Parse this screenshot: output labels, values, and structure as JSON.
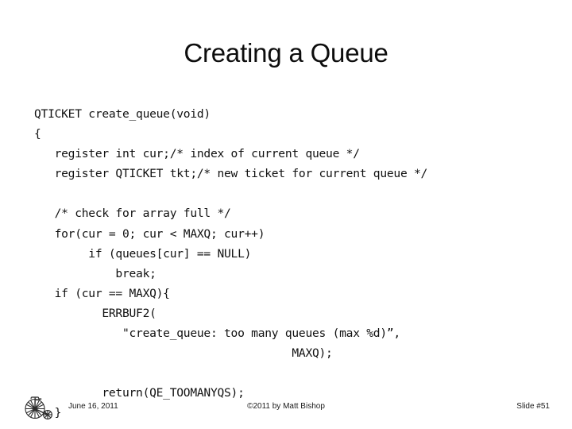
{
  "slide": {
    "title": "Creating a Queue",
    "background_color": "#ffffff",
    "text_color": "#111111",
    "code": {
      "language": "c",
      "lines": [
        "QTICKET create_queue(void)",
        "{",
        "   register int cur;/* index of current queue */",
        "   register QTICKET tkt;/* new ticket for current queue */",
        "",
        "   /* check for array full */",
        "   for(cur = 0; cur < MAXQ; cur++)",
        "        if (queues[cur] == NULL)",
        "            break;",
        "   if (cur == MAXQ){",
        "          ERRBUF2(",
        "             \"create_queue: too many queues (max %d)”,",
        "                                      MAXQ);",
        "",
        "          return(QE_TOOMANYQS);",
        "   }"
      ]
    },
    "footer": {
      "logo_name": "penny-farthing-bicycle-logo",
      "date": "June 16, 2011",
      "copyright": "©2011 by Matt Bishop",
      "slide_number": "Slide #51"
    }
  }
}
